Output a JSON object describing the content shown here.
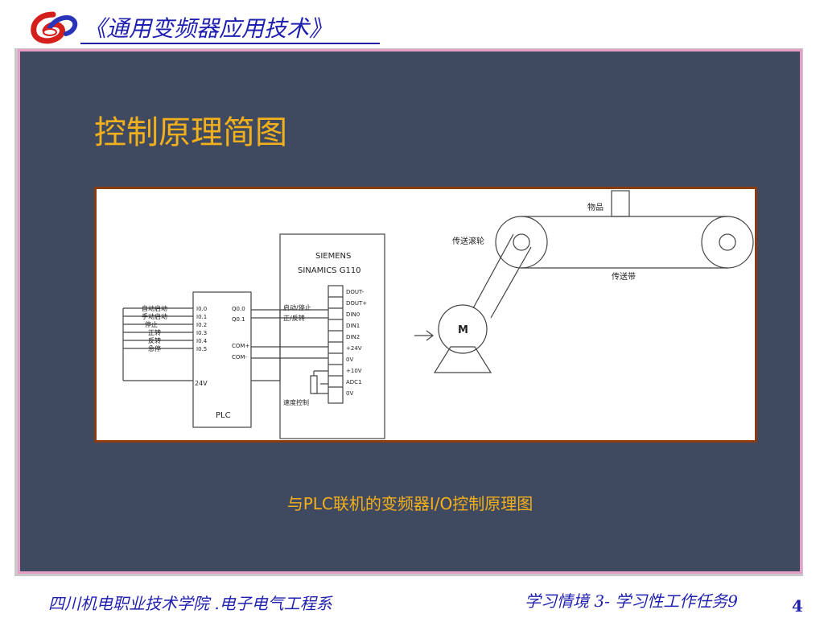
{
  "header": {
    "course_title": "《通用变频器应用技术》"
  },
  "slide": {
    "title": "控制原理简图",
    "caption": "与PLC联机的变频器I/O控制原理图"
  },
  "diagram": {
    "item_label": "物品",
    "roller_label": "传送滚轮",
    "belt_label": "传送带",
    "motor_label": "M",
    "inverter_brand": "SIEMENS",
    "inverter_model": "SINAMICS G110",
    "plc_label": "PLC",
    "plc_24v": "24V",
    "switch_labels": [
      "自动启动",
      "手动启动",
      "停止",
      "正转",
      "反转",
      "急停"
    ],
    "plc_inputs": [
      "I0.0",
      "I0.1",
      "I0.2",
      "I0.3",
      "I0.4",
      "I0.5"
    ],
    "plc_outputs": [
      "Q0.0",
      "Q0.1",
      "COM+",
      "COM-"
    ],
    "signal_labels": [
      "启动/停止",
      "正/反转"
    ],
    "terminals": [
      "DOUT-",
      "DOUT+",
      "DIN0",
      "DIN1",
      "DIN2",
      "+24V",
      "0V",
      "+10V",
      "ADC1",
      "0V"
    ],
    "speed_label": "速度控制"
  },
  "footer": {
    "school": "四川机电职业技术学院 .电子电气工程系",
    "task": "学习情境 3- 学习性工作任务9",
    "page": "4"
  }
}
